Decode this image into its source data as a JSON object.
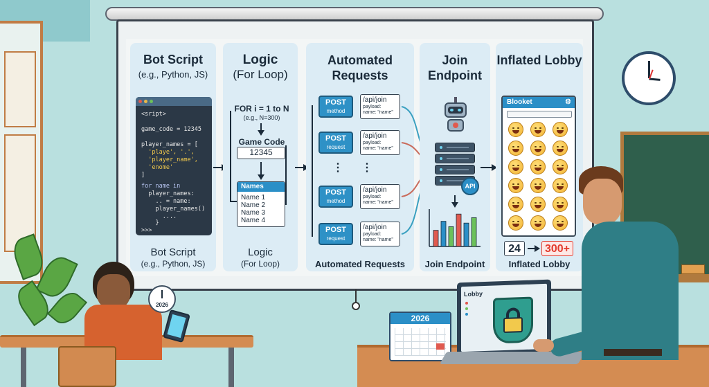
{
  "panels": [
    {
      "title": "Bot Script",
      "subtitle": "(e.g., Python, JS)",
      "footer_title": "Bot Script",
      "footer_sub": "(e.g., Python, JS)"
    },
    {
      "title": "Logic",
      "subtitle": "(For Loop)",
      "footer_title": "Logic",
      "footer_sub": "(For Loop)"
    },
    {
      "title": "Automated Requests",
      "footer": "Automated Requests"
    },
    {
      "title": "Join Endpoint",
      "footer": "Join Endpoint"
    },
    {
      "title": "Inflated Lobby",
      "footer": "Inflated Lobby"
    }
  ],
  "code": {
    "lines": [
      "<sript>",
      "game_code = 12345",
      "player_names = [",
      "  'playe', '.',",
      "  'player_name',",
      "  'enome'",
      "]",
      "for name in",
      "  player_names:",
      "    .. = name:",
      "    player_names()",
      "      ....",
      "    }",
      ">>>"
    ]
  },
  "logic": {
    "loop": "FOR i = 1 to N",
    "loop_note": "(e.g., N=300)",
    "game_code_label": "Game Code",
    "game_code": "12345",
    "names_header": "Names",
    "names": [
      "Name 1",
      "Name 2",
      "Name 3",
      "Name 4"
    ]
  },
  "requests": [
    {
      "method": "POST",
      "sub": "method",
      "path": "/api/join",
      "payload_label": "payload:",
      "payload": "name: \"name\""
    },
    {
      "method": "POST",
      "sub": "request",
      "path": "/api/join",
      "payload_label": "payload:",
      "payload": "name: \"name\""
    },
    {
      "method": "POST",
      "sub": "method",
      "path": "/api/join",
      "payload_label": "payload:",
      "payload": "name: \"name\""
    },
    {
      "method": "POST",
      "sub": "request",
      "path": "/api/join",
      "payload_label": "payload:",
      "payload": "name: \"name\""
    }
  ],
  "endpoint": {
    "badge": "API"
  },
  "chart_bars": [
    0.45,
    0.7,
    0.55,
    0.9,
    0.65,
    0.8
  ],
  "lobby": {
    "title": "Blooket",
    "before": "24",
    "after": "300+"
  },
  "phone_clock": "2026",
  "calendar_year": "2026",
  "laptop_title": "Lobby",
  "colors": {
    "accent": "#2b8fc7",
    "panel": "#dcecf5",
    "after_count": "#e23b2e"
  }
}
